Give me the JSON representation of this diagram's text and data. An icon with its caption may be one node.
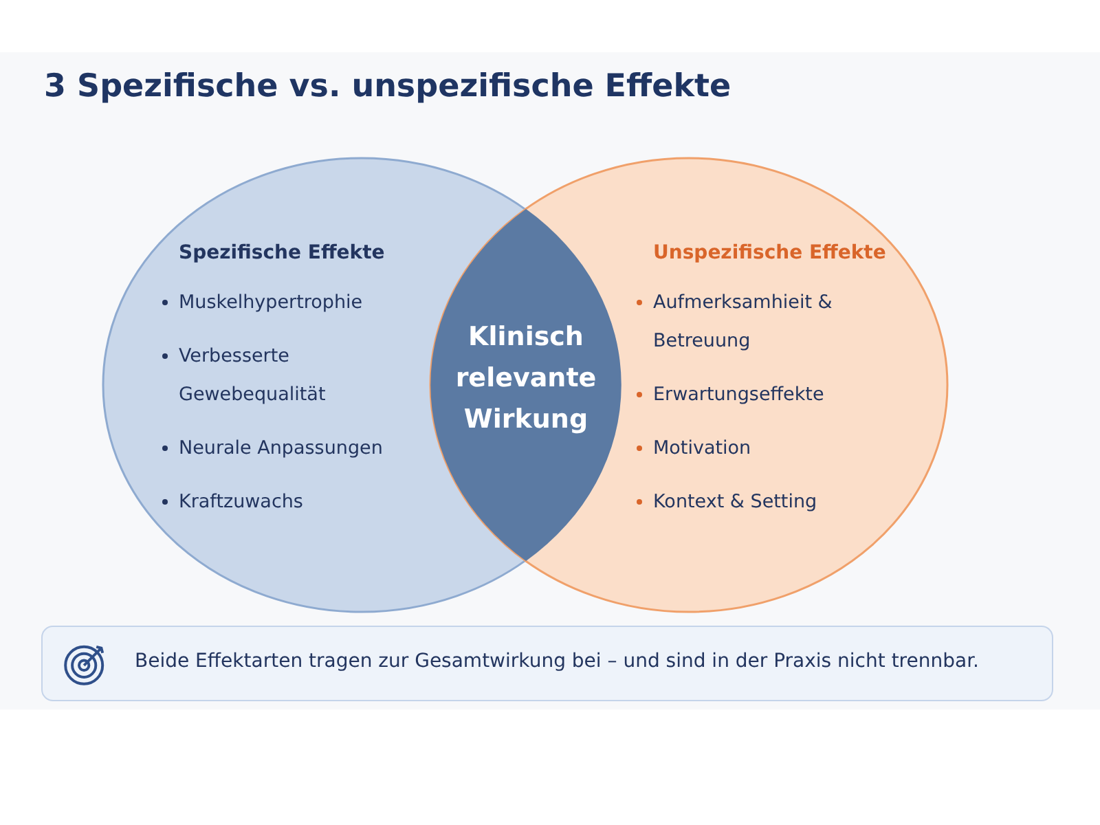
{
  "diagram": {
    "title": "3 Spezifische vs. unspezifische Effekte",
    "nodes": [
      {
        "text": [
          "Spezifische Effekte",
          "Muskelhypertrophie",
          "Verbesserte Gewebequalität",
          "Neurale Anpassungen",
          "Kraftzuwachs"
        ]
      },
      {
        "text": [
          "Unspezifische Effekte",
          "Aufmerksamhieit & Betreuung",
          "Erwartungseffekte",
          "Motivation",
          "Kontext & Setting"
        ]
      },
      {
        "text": [
          "Klinisch relevante Wirkung"
        ]
      },
      {
        "text": [
          "Beide Effektarten tragen zur Gesamtwirkung bei – und sind in der Praxis nicht trennbar."
        ]
      }
    ],
    "edges": []
  }
}
